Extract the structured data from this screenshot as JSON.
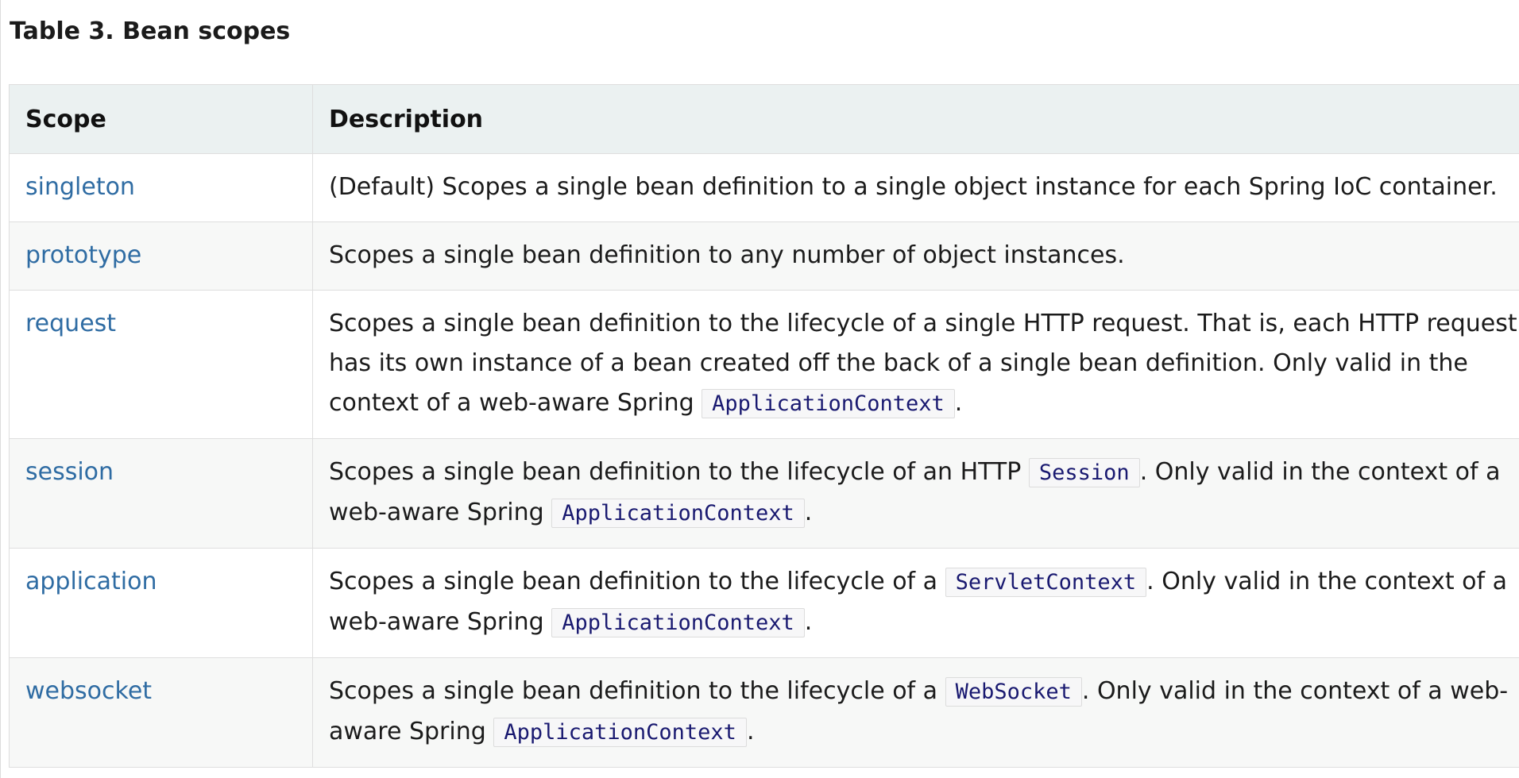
{
  "caption": "Table 3. Bean scopes",
  "columns": {
    "scope": "Scope",
    "description": "Description"
  },
  "rows": [
    {
      "scope": "singleton",
      "parts": [
        "(Default) Scopes a single bean definition to a single object instance for each Spring IoC container."
      ]
    },
    {
      "scope": "prototype",
      "parts": [
        "Scopes a single bean definition to any number of object instances."
      ]
    },
    {
      "scope": "request",
      "parts": [
        "Scopes a single bean definition to the lifecycle of a single HTTP request. That is, each HTTP request has its own instance of a bean created off the back of a single bean definition. Only valid in the context of a web-aware Spring ",
        "ApplicationContext",
        "."
      ]
    },
    {
      "scope": "session",
      "parts": [
        "Scopes a single bean definition to the lifecycle of an HTTP ",
        "Session",
        ". Only valid in the context of a web-aware Spring ",
        "ApplicationContext",
        "."
      ]
    },
    {
      "scope": "application",
      "parts": [
        "Scopes a single bean definition to the lifecycle of a ",
        "ServletContext",
        ". Only valid in the context of a web-aware Spring ",
        "ApplicationContext",
        "."
      ]
    },
    {
      "scope": "websocket",
      "parts": [
        "Scopes a single bean definition to the lifecycle of a ",
        "WebSocket",
        ". Only valid in the context of a web-aware Spring ",
        "ApplicationContext",
        "."
      ]
    }
  ],
  "colors": {
    "link": "#2f6ca3",
    "code": "#191970",
    "header_bg": "#ebf1f1",
    "alt_row_bg": "#f7f8f7"
  }
}
